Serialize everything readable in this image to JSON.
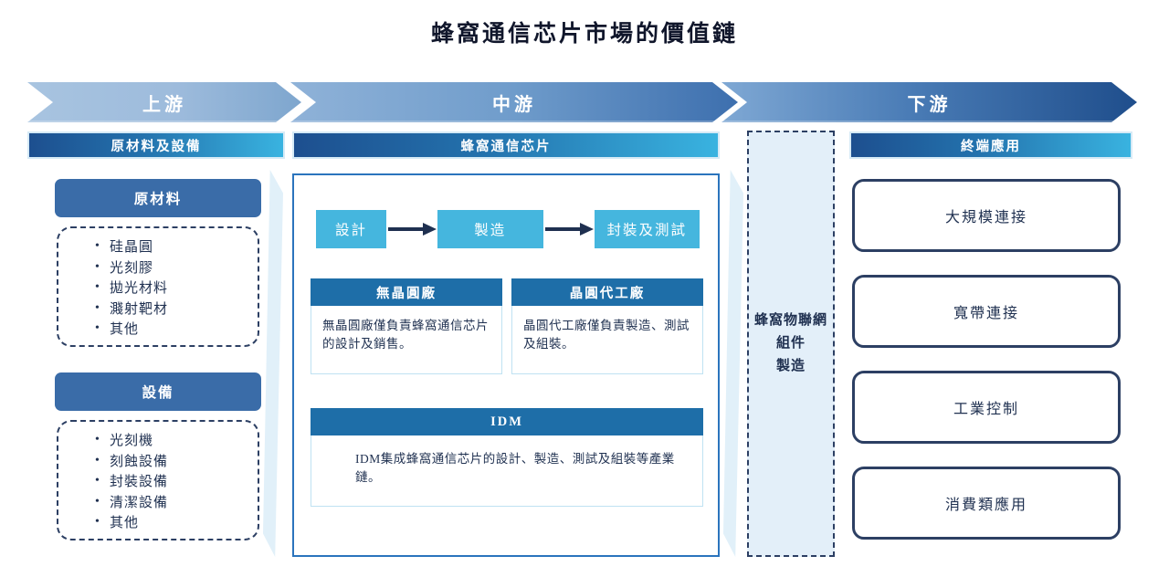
{
  "title": "蜂窩通信芯片市場的價值鏈",
  "stages": [
    {
      "label": "上游"
    },
    {
      "label": "中游"
    },
    {
      "label": "下游"
    }
  ],
  "upstream": {
    "header": "原材料及設備",
    "groups": [
      {
        "title": "原材料",
        "items": [
          "硅晶圓",
          "光刻膠",
          "拋光材料",
          "濺射靶材",
          "其他"
        ]
      },
      {
        "title": "設備",
        "items": [
          "光刻機",
          "刻蝕設備",
          "封裝設備",
          "清潔設備",
          "其他"
        ]
      }
    ]
  },
  "midstream": {
    "header": "蜂窩通信芯片",
    "flow": [
      {
        "label": "設計"
      },
      {
        "label": "製造"
      },
      {
        "label": "封裝及測試"
      }
    ],
    "flow_arrow_icon": "arrow-right-icon",
    "panels": [
      {
        "title": "無晶圓廠",
        "body": "無晶圓廠僅負責蜂窩通信芯片的設計及銷售。"
      },
      {
        "title": "晶圓代工廠",
        "body": "晶圓代工廠僅負責製造、測試及組裝。"
      }
    ],
    "idm": {
      "title": "IDM",
      "body": "IDM集成蜂窩通信芯片的設計、製造、測試及組裝等產業鏈。"
    }
  },
  "iot_module": {
    "label": "蜂窩物聯網\n組件\n製造"
  },
  "downstream": {
    "header": "終端應用",
    "applications": [
      {
        "label": "大規模連接"
      },
      {
        "label": "寬帶連接"
      },
      {
        "label": "工業控制"
      },
      {
        "label": "消費類應用"
      }
    ]
  },
  "colors": {
    "navy": "#1f3050",
    "header_gradient_start": "#1d4f8f",
    "header_gradient_end": "#39b3e0",
    "flow_box": "#45b6de",
    "panel_header": "#1e6ea8",
    "pill": "#3a6ca8",
    "mid_border": "#2b74bd",
    "iot_fill": "#e3eff9",
    "wedge": "#dcedf8"
  }
}
